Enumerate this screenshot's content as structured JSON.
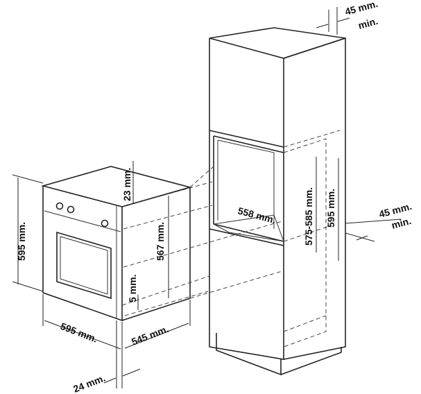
{
  "dimensions": {
    "oven_height": "595 mm.",
    "oven_width": "595 mm.",
    "oven_depth": "545 mm.",
    "front_panel_depth": "24 mm.",
    "top_gap": "23 mm.",
    "body_height": "567 mm.",
    "bottom_gap": "5 mm.",
    "top_clearance": "45 mm.",
    "top_clearance_min": "min.",
    "niche_depth": "558 mm.",
    "niche_height_range": "575-585 mm.",
    "niche_height": "595 mm.",
    "rear_clearance": "45 mm.",
    "rear_clearance_min": "min."
  },
  "colors": {
    "line": "#222222",
    "background": "#ffffff"
  }
}
